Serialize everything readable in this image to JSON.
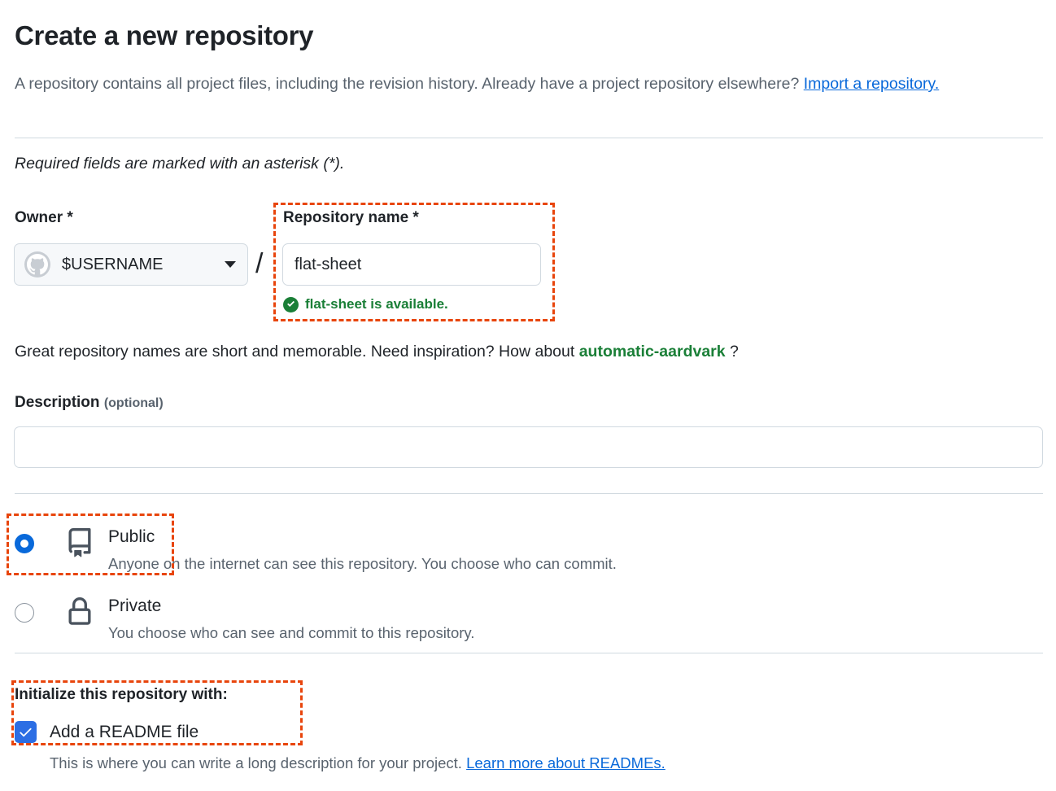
{
  "page": {
    "title": "Create a new repository",
    "intro_text_before_link": "A repository contains all project files, including the revision history. Already have a project repository elsewhere? ",
    "intro_link_label": "Import a repository.",
    "required_note": "Required fields are marked with an asterisk (*)."
  },
  "owner": {
    "label": "Owner *",
    "avatar_icon": "github-octocat-avatar-icon",
    "value": "$USERNAME",
    "caret_icon": "chevron-down-icon"
  },
  "separator": "/",
  "repository_name": {
    "label": "Repository name *",
    "value": "flat-sheet",
    "placeholder": "",
    "availability_icon": "check-circle-fill-icon",
    "availability_message": "flat-sheet is available.",
    "availability_color": "#1a7f37"
  },
  "inspiration": {
    "text_before": "Great repository names are short and memorable. Need inspiration? How about ",
    "suggestion": "automatic-aardvark",
    "text_after": " ?",
    "suggestion_color": "#1a7f37"
  },
  "description": {
    "label": "Description",
    "optional_label": "(optional)",
    "value": "",
    "placeholder": ""
  },
  "visibility": {
    "options": [
      {
        "id": "public",
        "icon": "repo-book-icon",
        "title": "Public",
        "description": "Anyone on the internet can see this repository. You choose who can commit.",
        "selected": true
      },
      {
        "id": "private",
        "icon": "lock-icon",
        "title": "Private",
        "description": "You choose who can see and commit to this repository.",
        "selected": false
      }
    ]
  },
  "initialize": {
    "title": "Initialize this repository with:",
    "readme": {
      "checkbox_icon": "check-icon",
      "checked": true,
      "label": "Add a README file",
      "description_before_link": "This is where you can write a long description for your project. ",
      "link_label": "Learn more about READMEs."
    }
  },
  "annotations": {
    "color": "#e8450c",
    "boxes": [
      {
        "name": "repository-name-highlight"
      },
      {
        "name": "public-visibility-highlight"
      },
      {
        "name": "initialize-readme-highlight"
      }
    ]
  },
  "colors": {
    "accent_blue": "#0969da",
    "checkbox_blue": "#2c6ee4",
    "success_green": "#1a7f37",
    "text_primary": "#1f2328",
    "text_muted": "#59636e",
    "border": "#d1d9e0",
    "annotation": "#e8450c"
  }
}
